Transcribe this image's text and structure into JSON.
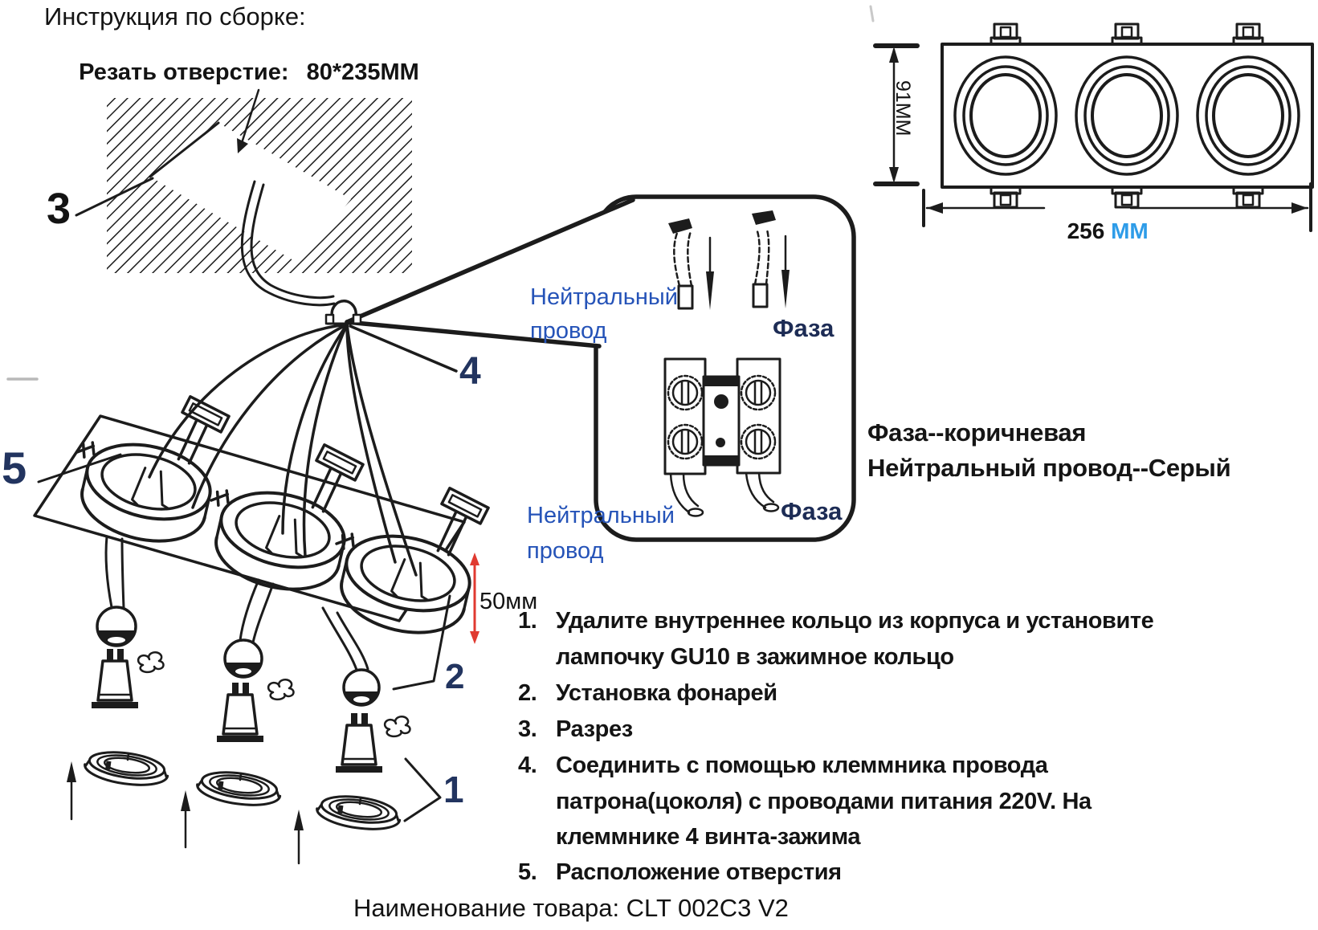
{
  "page": {
    "title": "Инструкция по сборке:",
    "product_name": "Наименование товара: CLT 002C3 V2"
  },
  "cut_note": {
    "label": "Резать отверстие:",
    "value": "80*235ММ"
  },
  "callouts": {
    "n1": "1",
    "n2": "2",
    "n3": "3",
    "n4": "4",
    "n5": "5",
    "offset_50mm": "50мм"
  },
  "wiring_detail": {
    "neutral_line1": "Нейтральный",
    "neutral_line2": "провод",
    "phase_top": "Фаза",
    "phase_bottom": "Фаза",
    "legend_phase": "Фаза--коричневая",
    "legend_neutral": "Нейтральный провод--Серый"
  },
  "top_view": {
    "height_dim": "91MM",
    "width_value": "256",
    "width_unit": "MM"
  },
  "steps": [
    {
      "num": "1.",
      "lines": [
        "Удалите внутреннее кольцо из корпуса и установите",
        "лампочку GU10 в зажимное кольцо"
      ]
    },
    {
      "num": "2.",
      "lines": [
        "Установка фонарей"
      ]
    },
    {
      "num": "3.",
      "lines": [
        "Разрез"
      ]
    },
    {
      "num": "4.",
      "lines": [
        "Соединить с помощью клеммника провода",
        "патрона(цоколя) с проводами питания 220V. На",
        "клеммнике 4 винта-зажима"
      ]
    },
    {
      "num": "5.",
      "lines": [
        "Расположение отверстия"
      ]
    }
  ],
  "colors": {
    "ink": "#1c1c1c",
    "blue_text": "#2553b8",
    "navy_text": "#1d2c55",
    "digit_navy": "#22345f",
    "red_arrow": "#e03a30",
    "mm_blue": "#2e9ce8"
  }
}
